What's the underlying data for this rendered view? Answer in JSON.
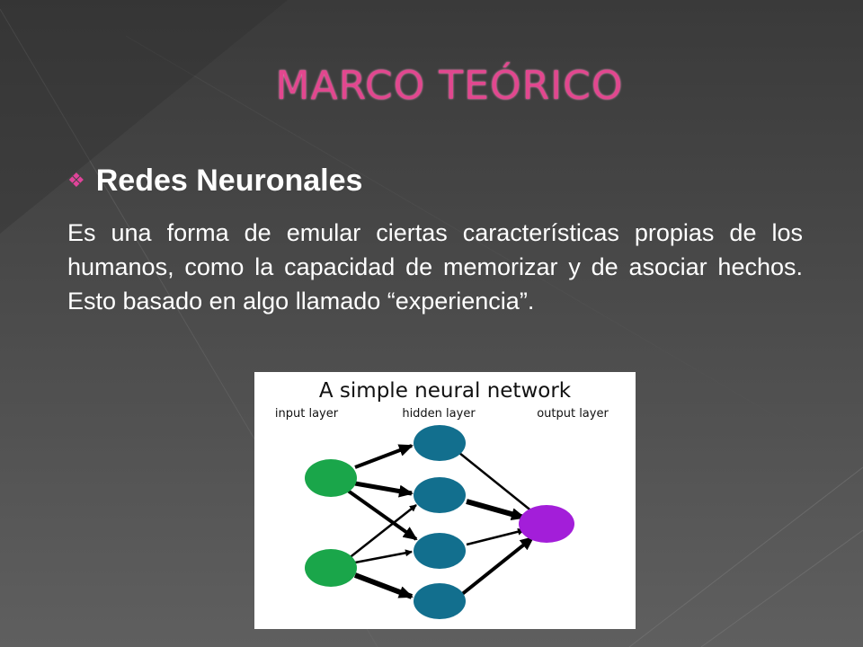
{
  "slide": {
    "title": "MARCO TEÓRICO",
    "bullet": "Redes Neuronales",
    "bullet_icon": "diamond-bullet-icon",
    "paragraph": "Es una forma de emular ciertas características propias de los humanos, como la capacidad de memorizar y de asociar hechos. Esto basado en algo llamado “experiencia”."
  },
  "figure": {
    "title": "A simple neural network",
    "labels": {
      "input": "input layer",
      "hidden": "hidden layer",
      "output": "output layer"
    },
    "colors": {
      "input": "#1aa64a",
      "hidden": "#126f8e",
      "output": "#a31ed9"
    }
  },
  "colors": {
    "title": "#e2478f",
    "accent": "#e0449a"
  }
}
